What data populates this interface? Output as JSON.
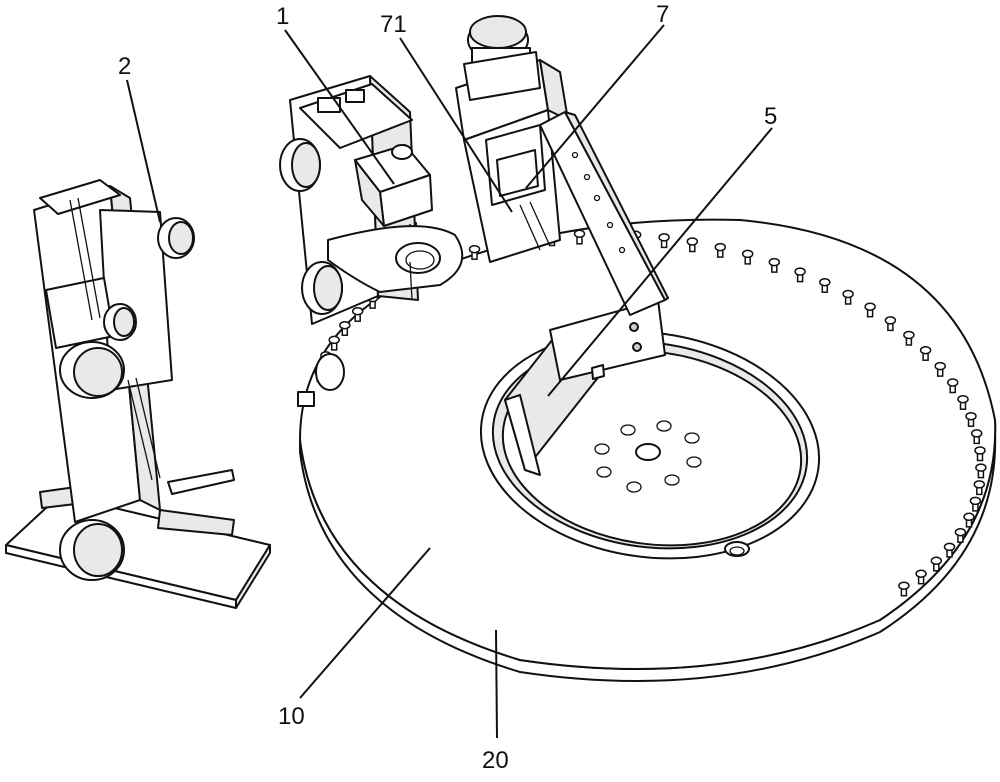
{
  "labels": {
    "l1": "1",
    "l2": "2",
    "l5": "5",
    "l7": "7",
    "l10": "10",
    "l20": "20",
    "l71": "71"
  }
}
